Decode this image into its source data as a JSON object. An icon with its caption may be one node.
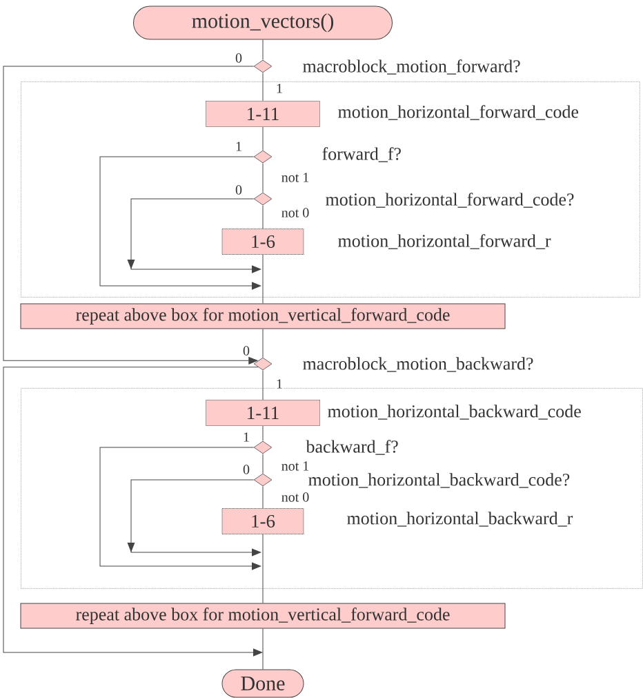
{
  "diagram": {
    "nodes": [
      {
        "text": [
          "motion_vectors()"
        ]
      },
      {
        "text": [],
        "shape": "diamond",
        "beside": [
          "macroblock_motion_forward?"
        ]
      },
      {
        "text": [],
        "shape": "box"
      },
      {
        "text": [
          "1-11"
        ],
        "in": 2,
        "beside": [
          "motion_horizontal_forward_code"
        ]
      },
      {
        "text": [],
        "shape": "diamond",
        "in": 2
      },
      {
        "text": [],
        "shape": "diamond",
        "in": 2
      },
      {
        "text": [
          "1-6"
        ],
        "in": 2,
        "beside": [
          "motion_horizontal_forward_r"
        ]
      },
      {
        "text": [
          "repeat above box for motion_vertical_forward_code"
        ]
      },
      {
        "text": [],
        "shape": "diamond",
        "beside": [
          "macroblock_motion_backward?"
        ]
      },
      {
        "text": [],
        "shape": "box"
      },
      {
        "text": [
          "1-11"
        ],
        "in": 9,
        "beside": [
          "motion_horizontal_backward_code"
        ]
      },
      {
        "text": [],
        "shape": "diamond",
        "in": 9
      },
      {
        "text": [],
        "shape": "diamond",
        "in": 9
      },
      {
        "text": [
          "1-6"
        ],
        "in": 9,
        "beside": [
          "motion_horizontal_backward_r"
        ]
      },
      {
        "text": [
          "repeat above box for motion_vertical_forward_code"
        ]
      },
      {
        "text": [
          "Done"
        ]
      }
    ],
    "edges": [
      {
        "from": 0,
        "to": 1,
        "arrow": "none"
      },
      {
        "from": 1,
        "to": 3,
        "arrow": "none",
        "label": "1"
      },
      {
        "from": 3,
        "to": 4,
        "arrow": "none"
      },
      {
        "from": 4,
        "to": 5,
        "arrow": "none",
        "label": "not 1"
      },
      {
        "from": 5,
        "to": 6,
        "arrow": "none",
        "label": "not 0"
      },
      {
        "from": 6,
        "to": 7,
        "arrow": "none"
      },
      {
        "from": 4,
        "to": null,
        "arrow": "to",
        "label": "1"
      },
      {
        "from": 5,
        "to": null,
        "arrow": "to",
        "label": "0"
      },
      {
        "from": 7,
        "to": 8,
        "arrow": "none"
      },
      {
        "from": 1,
        "to": 8,
        "arrow": "to",
        "label": "0"
      },
      {
        "from": 8,
        "to": 10,
        "arrow": "none",
        "label": "1"
      },
      {
        "from": 10,
        "to": 11,
        "arrow": "none"
      },
      {
        "from": 11,
        "to": 12,
        "arrow": "none",
        "label": "not 1"
      },
      {
        "from": 12,
        "to": 13,
        "arrow": "none",
        "label": "not 0"
      },
      {
        "from": 13,
        "to": 14,
        "arrow": "none"
      },
      {
        "from": 11,
        "to": null,
        "arrow": "to",
        "label": "1"
      },
      {
        "from": 12,
        "to": null,
        "arrow": "to",
        "label": "0"
      },
      {
        "from": 14,
        "to": 15,
        "arrow": "none"
      },
      {
        "from": 8,
        "to": 15,
        "arrow": "to",
        "label": "0"
      }
    ],
    "labels": [
      "forward_f?",
      "motion_horizontal_forward_code?",
      "backward_f?",
      "motion_horizontal_backward_code?"
    ]
  }
}
